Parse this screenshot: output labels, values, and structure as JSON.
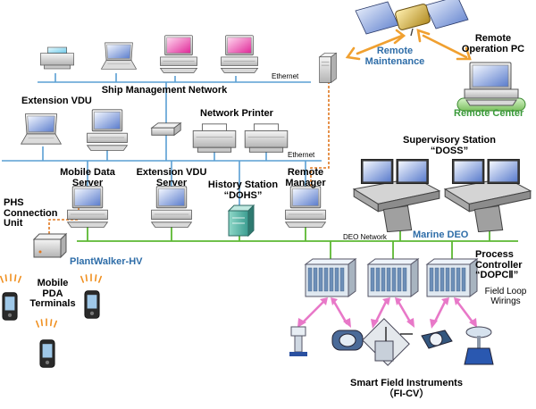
{
  "labels": {
    "ship_network": "Ship Management Network",
    "ethernet_top": "Ethernet",
    "ethernet_mid": "Ethernet",
    "extension_vdu_top": "Extension VDU",
    "network_printer": "Network Printer",
    "remote_maintenance": "Remote\nMaintenance",
    "remote_operation_pc": "Remote\nOperation PC",
    "remote_center": "Remote Center",
    "supervisory_station": "Supervisory Station\n“DOSS”",
    "mobile_data_server": "Mobile Data\nServer",
    "extension_vdu_server": "Extension VDU\nServer",
    "history_station": "History Station\n“DOHS”",
    "remote_manager": "Remote\nManager",
    "phs_unit": "PHS\nConnection\nUnit",
    "deo_network": "DEO Network",
    "marine_deo": "Marine DEO",
    "plantwalker": "PlantWalker-HV",
    "mobile_pda": "Mobile\nPDA\nTerminals",
    "process_controller": "Process\nController\n“DOPCⅡ”",
    "field_loop": "Field Loop\nWirings",
    "smart_field": "Smart Field Instruments\n（FI-CV）"
  },
  "colors": {
    "network_line": "#5a9fd4",
    "deo_line": "#5bb832",
    "remote_dashed": "#e07820",
    "maintenance_arrow": "#f0a030",
    "field_arrow": "#e878c8",
    "accent_blue": "#2e6da8",
    "accent_green": "#3a9a3a"
  },
  "icons": {
    "satellite": "satellite-icon",
    "desktop": "desktop-pc-icon",
    "laptop": "laptop-icon",
    "printer": "printer-icon",
    "server": "server-icon",
    "console": "operator-console-icon",
    "controller": "controller-rack-icon",
    "pda": "pda-terminal-icon",
    "phs": "phs-unit-icon",
    "instrument": "field-instrument-icon"
  }
}
